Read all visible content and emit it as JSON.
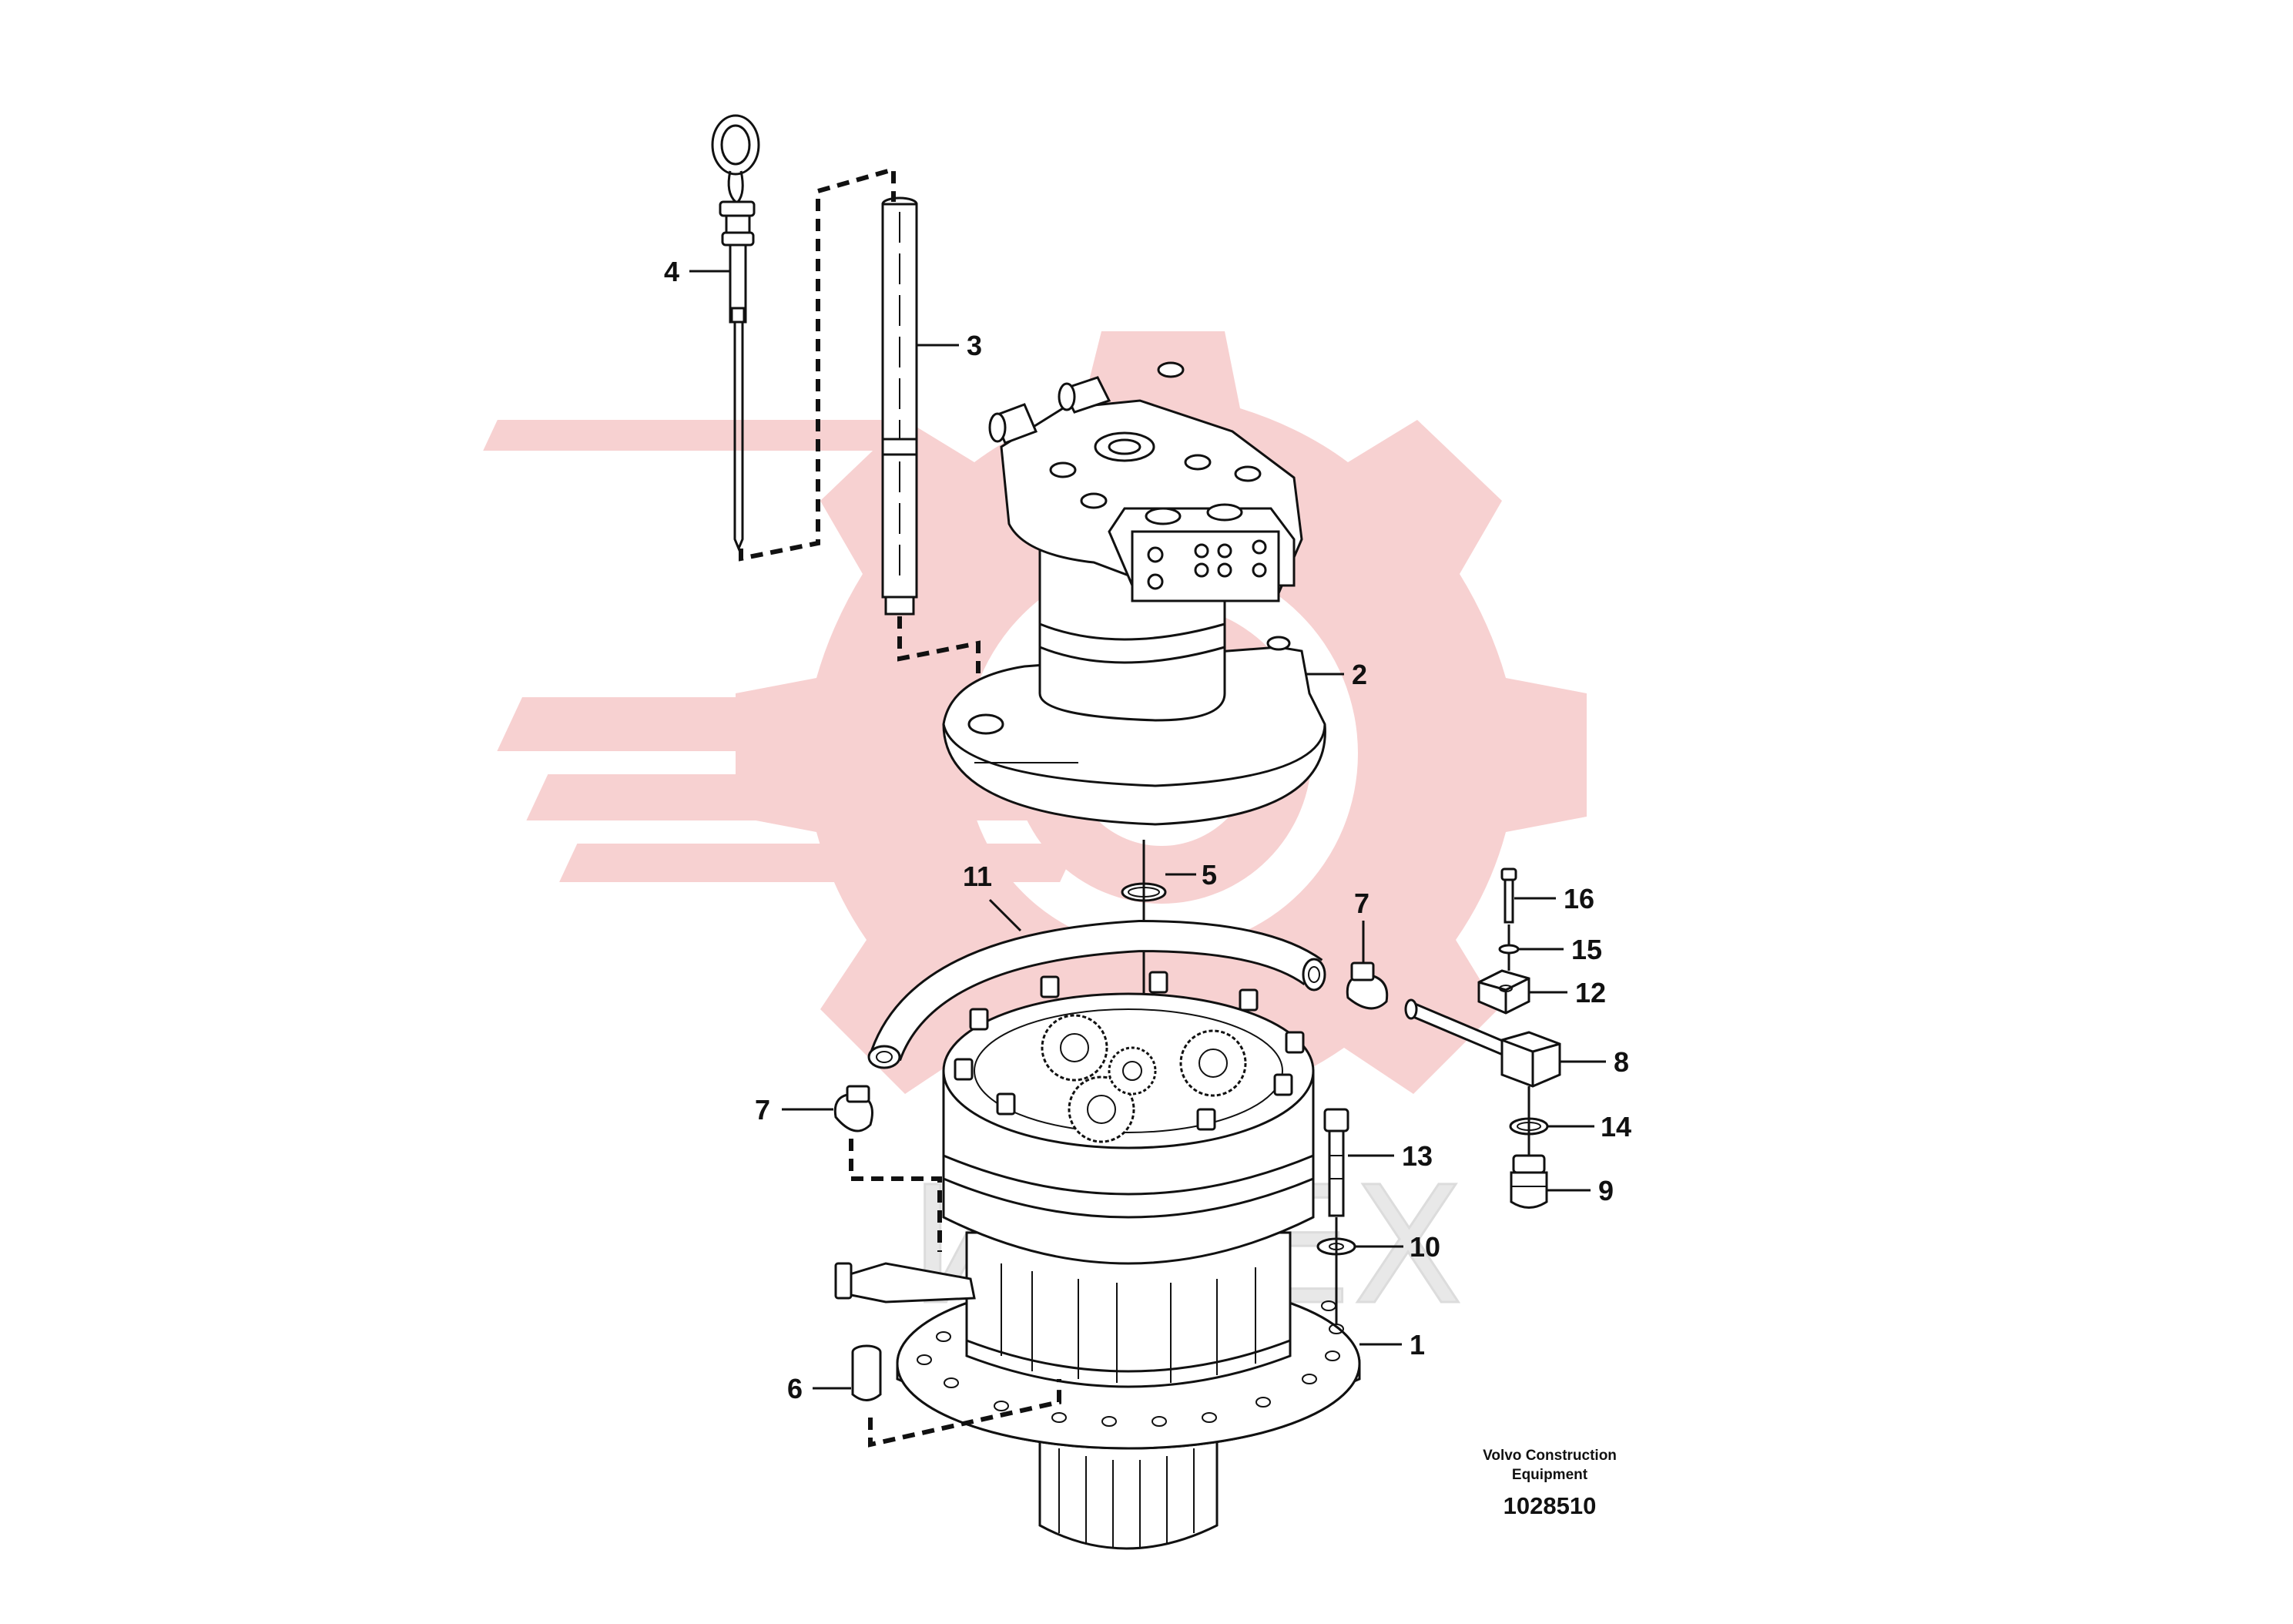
{
  "diagram": {
    "callouts": [
      {
        "id": "1",
        "label": "1"
      },
      {
        "id": "2",
        "label": "2"
      },
      {
        "id": "3",
        "label": "3"
      },
      {
        "id": "4",
        "label": "4"
      },
      {
        "id": "5",
        "label": "5"
      },
      {
        "id": "6",
        "label": "6"
      },
      {
        "id": "7a",
        "label": "7"
      },
      {
        "id": "7b",
        "label": "7"
      },
      {
        "id": "8",
        "label": "8"
      },
      {
        "id": "9",
        "label": "9"
      },
      {
        "id": "10",
        "label": "10"
      },
      {
        "id": "11",
        "label": "11"
      },
      {
        "id": "12",
        "label": "12"
      },
      {
        "id": "13",
        "label": "13"
      },
      {
        "id": "14",
        "label": "14"
      },
      {
        "id": "15",
        "label": "15"
      },
      {
        "id": "16",
        "label": "16"
      }
    ],
    "caption_line1": "Volvo Construction",
    "caption_line2": "Equipment",
    "document_number": "1028510",
    "watermark_text": "ИНТЕХ",
    "watermark_color": "#f4c9c9",
    "line_color": "#111111"
  }
}
